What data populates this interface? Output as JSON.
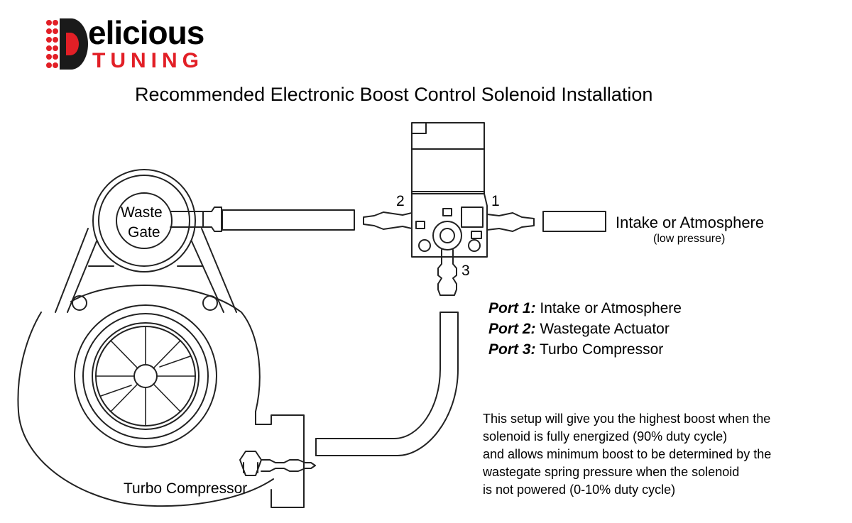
{
  "brand": {
    "logo_letter": "D",
    "name_line1": "elicious",
    "name_line2": "TUNING",
    "accent_color": "#e21f26",
    "dark_color": "#1a1a1a"
  },
  "title": "Recommended Electronic Boost Control Solenoid Installation",
  "labels": {
    "waste_gate_line1": "Waste",
    "waste_gate_line2": "Gate",
    "port_number_2": "2",
    "port_number_1": "1",
    "port_number_3": "3",
    "intake": "Intake or Atmosphere",
    "intake_sub": "(low pressure)",
    "turbo_compressor": "Turbo Compressor"
  },
  "port_legend": [
    {
      "port": "Port 1:",
      "desc": "Intake or Atmosphere"
    },
    {
      "port": "Port 2:",
      "desc": "Wastegate Actuator"
    },
    {
      "port": "Port 3:",
      "desc": "Turbo Compressor"
    }
  ],
  "note_lines": [
    "This setup will give you the highest boost when the",
    "solenoid is fully energized (90% duty cycle)",
    "and allows minimum boost to be determined by the",
    "wastegate spring pressure when the solenoid",
    "is not powered (0-10% duty cycle)"
  ]
}
